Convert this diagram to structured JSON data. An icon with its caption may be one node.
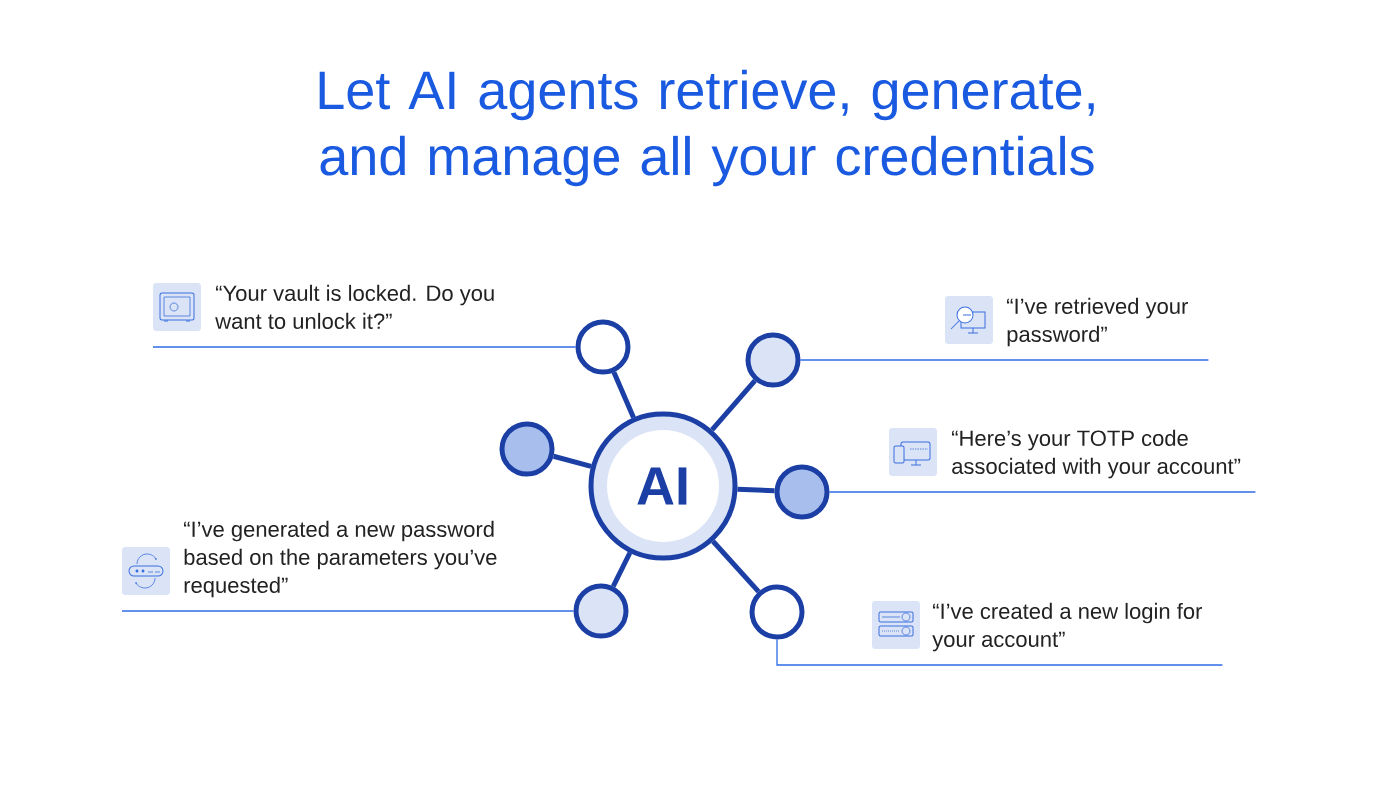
{
  "diagram": {
    "title": "Let AI agents retrieve, generate, and manage all your credentials",
    "nodes": [
      {
        "text": [
          "AI"
        ]
      },
      {
        "text": [],
        "shape": "circle"
      },
      {
        "text": [],
        "shape": "circle"
      },
      {
        "text": [],
        "shape": "circle"
      },
      {
        "text": [],
        "shape": "circle"
      },
      {
        "text": [],
        "shape": "circle"
      },
      {
        "text": [],
        "shape": "circle"
      },
      {
        "text": [
          "“Your vault is locked. Do you want to unlock it?”"
        ]
      },
      {
        "text": [
          "“I’ve retrieved your password”"
        ]
      },
      {
        "text": [
          "“Here’s your TOTP code associated with your account”"
        ]
      },
      {
        "text": [
          "“I’ve generated a new password based on the parameters you’ve requested”"
        ]
      },
      {
        "text": [
          "“I’ve created a new login for your account”"
        ]
      }
    ],
    "edges": [
      {
        "from": 0,
        "to": 1,
        "arrow": "none"
      },
      {
        "from": 0,
        "to": 2,
        "arrow": "none"
      },
      {
        "from": 0,
        "to": 3,
        "arrow": "none"
      },
      {
        "from": 0,
        "to": 4,
        "arrow": "none"
      },
      {
        "from": 0,
        "to": 5,
        "arrow": "none"
      },
      {
        "from": 0,
        "to": 6,
        "arrow": "none"
      },
      {
        "from": 1,
        "to": 7,
        "arrow": "none",
        "color": "#2e6be6"
      },
      {
        "from": 2,
        "to": 8,
        "arrow": "none",
        "color": "#2e6be6"
      },
      {
        "from": 4,
        "to": 9,
        "arrow": "none",
        "color": "#2e6be6"
      },
      {
        "from": 5,
        "to": 10,
        "arrow": "none",
        "color": "#2e6be6"
      },
      {
        "from": 6,
        "to": 11,
        "arrow": "none",
        "color": "#2e6be6"
      }
    ]
  }
}
